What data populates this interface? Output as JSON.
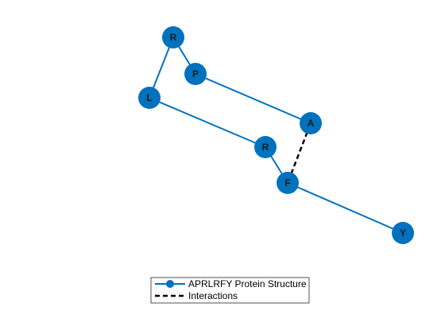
{
  "diagram": {
    "sequence_label": "APRLRFY Protein Structure",
    "interactions_label": "Interactions",
    "colors": {
      "structure": "#0072BD",
      "node_fill": "#0072BD",
      "node_label": "#1a1a1a",
      "interaction": "#000000",
      "legend_border": "#262626"
    },
    "residues": [
      {
        "id": "A",
        "label": "A"
      },
      {
        "id": "P",
        "label": "P"
      },
      {
        "id": "R1",
        "label": "R"
      },
      {
        "id": "L",
        "label": "L"
      },
      {
        "id": "R2",
        "label": "R"
      },
      {
        "id": "F",
        "label": "F"
      },
      {
        "id": "Y",
        "label": "Y"
      }
    ],
    "backbone_order": [
      "A",
      "P",
      "R1",
      "L",
      "R2",
      "F",
      "Y"
    ],
    "interactions": [
      {
        "from": "A",
        "to": "F"
      }
    ]
  }
}
